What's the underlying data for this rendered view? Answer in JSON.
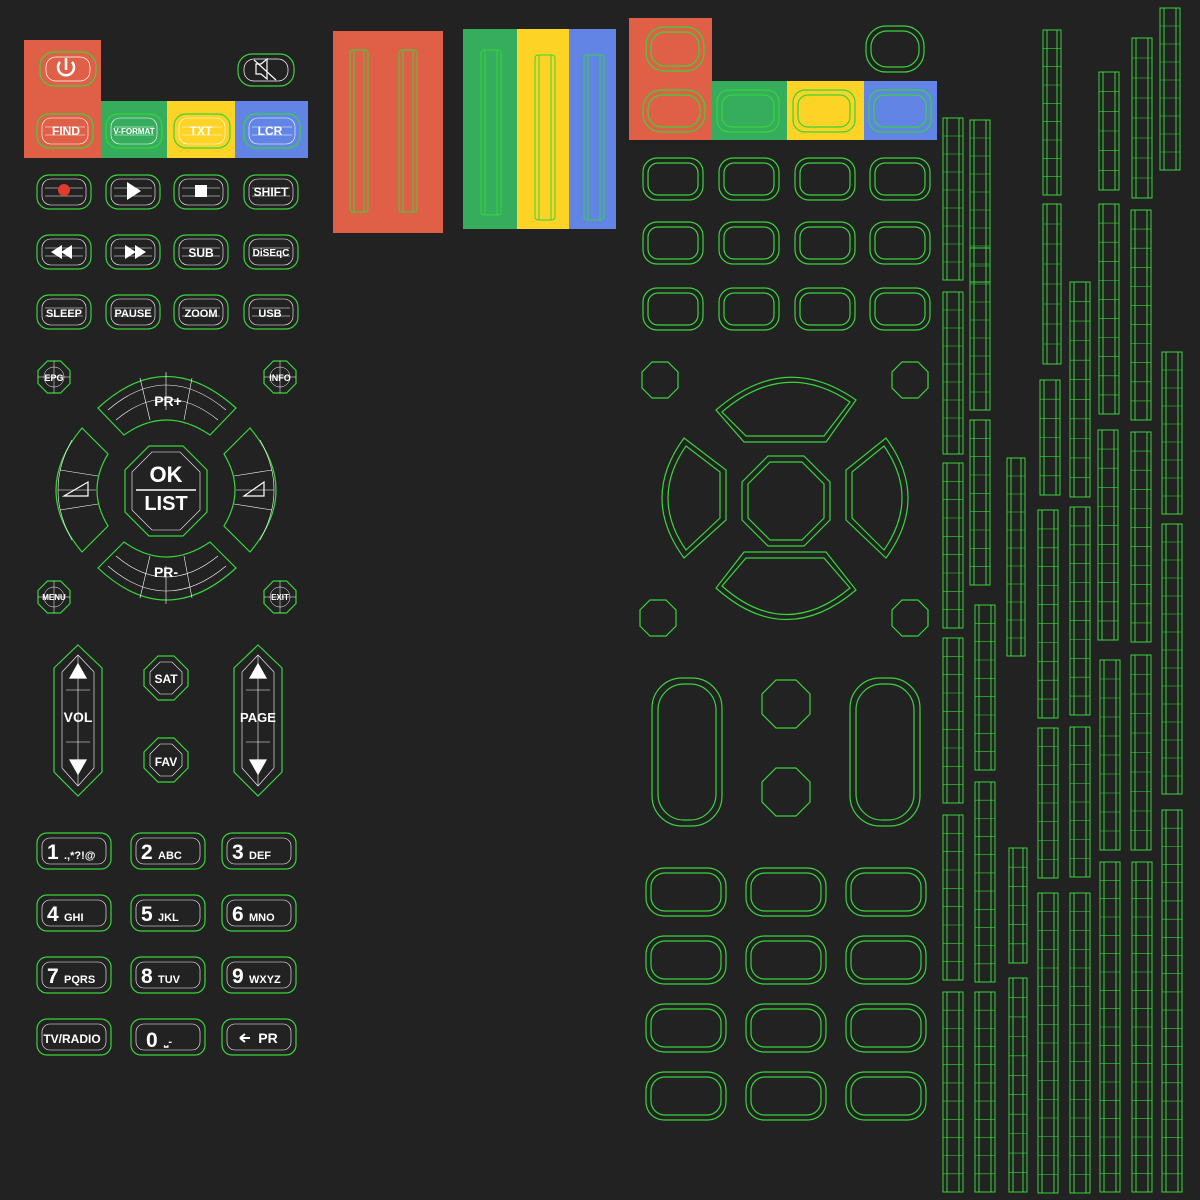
{
  "colors": {
    "background": "#222222",
    "wire": "#39d43c",
    "wire_inner": "#ffffff",
    "red": "#e05f47",
    "green": "#35ad5c",
    "yellow": "#fdd326",
    "blue": "#6284e4",
    "label": "#ffffff"
  },
  "remote": {
    "power_icon": "power-icon",
    "mute_icon": "mute-icon",
    "color_keys": [
      "FIND",
      "V-FORMAT",
      "TXT",
      "LCR"
    ],
    "transport_row": [
      "record-icon",
      "play-icon",
      "stop-icon",
      "SHIFT"
    ],
    "row_2": [
      "rewind-icon",
      "fast-forward-icon",
      "SUB",
      "DiSEqC"
    ],
    "row_3": [
      "SLEEP",
      "PAUSE",
      "ZOOM",
      "USB"
    ],
    "epg_label": "EPG",
    "info_label": "INFO",
    "menu_label": "MENU",
    "exit_label": "EXIT",
    "pr_up": "PR+",
    "pr_down": "PR-",
    "ok_label": "OK",
    "list_label": "LIST",
    "vol_label": "VOL",
    "page_label": "PAGE",
    "sat_label": "SAT",
    "fav_label": "FAV",
    "numpad": [
      {
        "num": "1",
        "sub": ".,*?!@"
      },
      {
        "num": "2",
        "sub": "ABC"
      },
      {
        "num": "3",
        "sub": "DEF"
      },
      {
        "num": "4",
        "sub": "GHI"
      },
      {
        "num": "5",
        "sub": "JKL"
      },
      {
        "num": "6",
        "sub": "MNO"
      },
      {
        "num": "7",
        "sub": "PQRS"
      },
      {
        "num": "8",
        "sub": "TUV"
      },
      {
        "num": "9",
        "sub": "WXYZ"
      }
    ],
    "tv_radio": "TV/RADIO",
    "zero": {
      "num": "0",
      "sub": "⎵-"
    },
    "back_pr": "PR"
  }
}
